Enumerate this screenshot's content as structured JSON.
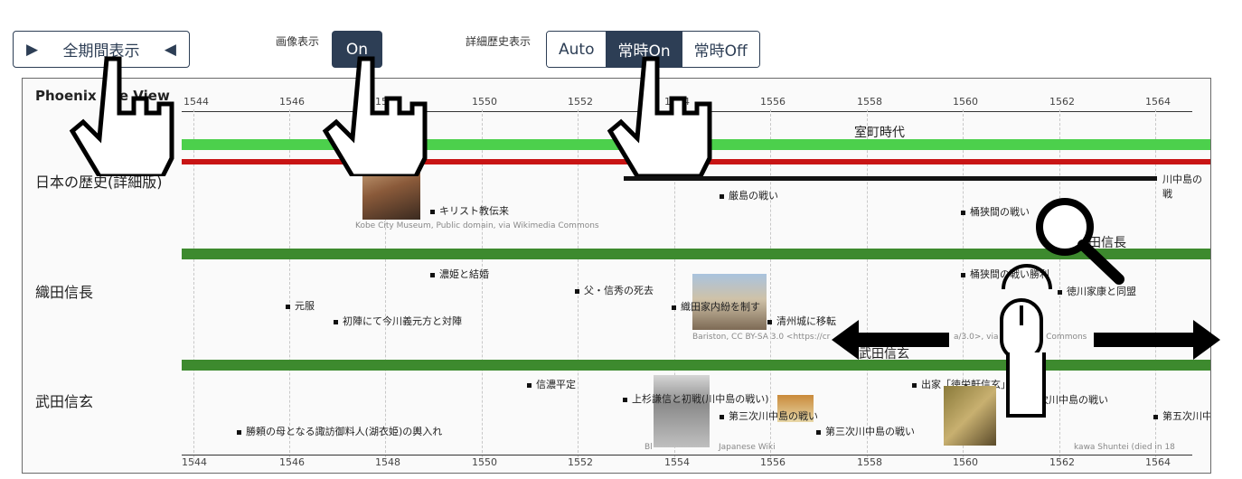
{
  "controls": {
    "period_button": {
      "left_glyph": "▶",
      "label": "全期間表示",
      "right_glyph": "◀"
    },
    "image_display": {
      "label": "画像表示",
      "on_label": "On"
    },
    "detail_history": {
      "label": "詳細歴史表示",
      "options": [
        "Auto",
        "常時On",
        "常時Off"
      ],
      "selected": "常時On"
    }
  },
  "timeline": {
    "title": "Phoenix Eye View",
    "years": [
      "1544",
      "1546",
      "1548",
      "1550",
      "1552",
      "1554",
      "1556",
      "1558",
      "1560",
      "1562",
      "1564"
    ],
    "lanes": [
      {
        "label": "日本の歴史(詳細版)"
      },
      {
        "label": "織田信長"
      },
      {
        "label": "武田信玄"
      }
    ],
    "era_label": "室町時代",
    "right_truncated_label": "川中島の戦",
    "oda_bar_label": "織田信長",
    "takeda_bar_label": "武田信玄",
    "history_events": [
      "キリスト教伝来",
      "厳島の戦い",
      "桶狭間の戦い"
    ],
    "oda_events": [
      "濃姫と結婚",
      "元服",
      "初陣にて今川義元方と対陣",
      "父・信秀の死去",
      "織田家内紛を制す",
      "清州城に移転",
      "桶狭間の戦い勝利",
      "徳川家康と同盟"
    ],
    "takeda_events": [
      "信濃平定",
      "勝頼の母となる諏訪御料人(湖衣姫)の輿入れ",
      "上杉謙信と初戦(川中島の戦い)",
      "第三次川中島の戦い",
      "第三次川中島の戦い",
      "出家「徳栄軒信玄」と号す",
      "第四次川中島の戦い",
      "第五次川中"
    ],
    "credits": {
      "xavier": "Kobe City Museum, Public domain, via Wikimedia Commons",
      "oda": "Bariston, CC BY-SA 3.0 <https://cr",
      "oda_tail": "a/3.0>, via Wikimedia Commons",
      "takeda_left": "Bl",
      "takeda_mid": "Japanese Wiki",
      "takeda_right": "kawa Shuntei (died in 18"
    }
  },
  "colors": {
    "accent": "#2d3e55",
    "era_green": "#4cd04c",
    "life_green": "#3d8a2e",
    "history_red": "#c81414"
  }
}
